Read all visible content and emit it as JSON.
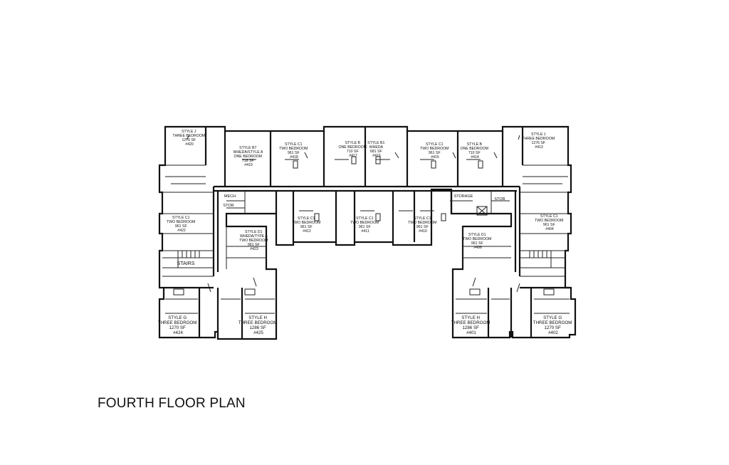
{
  "title": "FOURTH FLOOR PLAN",
  "units": [
    {
      "id": "u420",
      "lines": [
        "STYLE J",
        "THREE BEDROOM",
        "1276 SF",
        "#420"
      ]
    },
    {
      "id": "u419",
      "lines": [
        "STYLE B7",
        "WHEDA/STYLE A",
        "ONE BEDROOM",
        "718 SF",
        "#419"
      ]
    },
    {
      "id": "u418",
      "lines": [
        "STYLE C1",
        "TWO BEDROOM",
        "961 SF",
        "#418"
      ]
    },
    {
      "id": "u417",
      "lines": [
        "STYLE B",
        "ONE BEDROOM",
        "710 SF",
        "#417"
      ]
    },
    {
      "id": "u416",
      "lines": [
        "STYLE B1",
        "WHEDA",
        "681 SF",
        "#416"
      ]
    },
    {
      "id": "u415",
      "lines": [
        "STYLE C1",
        "TWO BEDROOM",
        "961 SF",
        "#415"
      ]
    },
    {
      "id": "u414",
      "lines": [
        "STYLE B",
        "ONE BEDROOM",
        "710 SF",
        "#414"
      ]
    },
    {
      "id": "u413",
      "lines": [
        "STYLE J",
        "THREE BEDROOM",
        "1276 SF",
        "#413"
      ]
    },
    {
      "id": "u422",
      "lines": [
        "STYLE C1",
        "TWO BEDROOM",
        "961 SF",
        "#422"
      ]
    },
    {
      "id": "u423",
      "lines": [
        "STYLE D1",
        "WHEDA/TYPE A",
        "TWO BEDROOM",
        "961 SF",
        "#423"
      ]
    },
    {
      "id": "u412",
      "lines": [
        "STYLE C1",
        "TWO BEDROOM",
        "961 SF",
        "#412"
      ]
    },
    {
      "id": "u411",
      "lines": [
        "STYLE C1",
        "TWO BEDROOM",
        "961 SF",
        "#411"
      ]
    },
    {
      "id": "u410",
      "lines": [
        "STYLE C1",
        "TWO BEDROOM",
        "961 SF",
        "#410"
      ]
    },
    {
      "id": "u406",
      "lines": [
        "STYLE D1",
        "TWO BEDROOM",
        "961 SF",
        "#406"
      ]
    },
    {
      "id": "u404",
      "lines": [
        "STYLE C1",
        "TWO BEDROOM",
        "961 SF",
        "#404"
      ]
    },
    {
      "id": "u424",
      "lines": [
        "STYLE G",
        "THREE BEDROOM",
        "1270 SF",
        "#424"
      ]
    },
    {
      "id": "u425",
      "lines": [
        "STYLE H",
        "THREE BEDROOM",
        "1286 SF",
        "#425"
      ]
    },
    {
      "id": "u401",
      "lines": [
        "STYLE H",
        "THREE BEDROOM",
        "1286 SF",
        "#401"
      ]
    },
    {
      "id": "u402",
      "lines": [
        "STYLE G",
        "THREE BEDROOM",
        "1270 SF",
        "#402"
      ]
    }
  ],
  "tags": {
    "mech": "MECH",
    "stor_left": "STOR",
    "stor_right": "STOR",
    "storage": "STORAGE",
    "stairs": "STAIRS"
  }
}
